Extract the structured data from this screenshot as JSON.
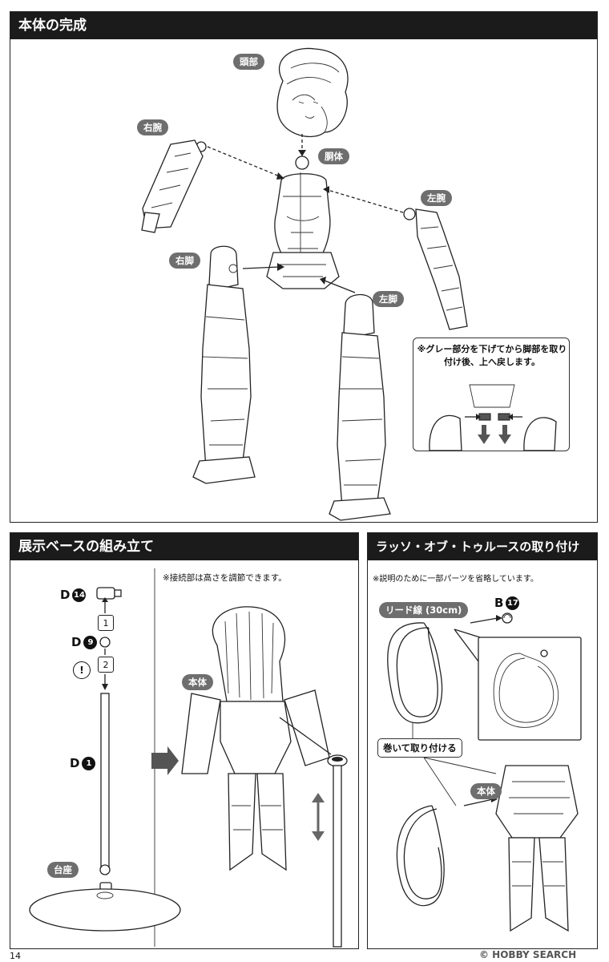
{
  "sections": {
    "body_assembly": {
      "title": "本体の完成",
      "labels": {
        "head": "頭部",
        "torso": "胴体",
        "right_arm": "右腕",
        "left_arm": "左腕",
        "right_leg": "右脚",
        "left_leg": "左脚"
      },
      "callout_note": "※グレー部分を下げてから脚部を取り付け後、上へ戻します。"
    },
    "display_base": {
      "title": "展示ベースの組み立て",
      "note": "※接続部は高さを調節できます。",
      "parts": {
        "d14_letter": "D",
        "d14_num": "14",
        "d9_letter": "D",
        "d9_num": "9",
        "d1_letter": "D",
        "d1_num": "1"
      },
      "steps": {
        "step1": "1",
        "step2": "2",
        "caution": "!"
      },
      "base_label": "台座",
      "body_label": "本体"
    },
    "lasso": {
      "title": "ラッソ・オブ・トゥルースの取り付け",
      "note": "※説明のために一部パーツを省略しています。",
      "lead_wire_label": "リード線 (30cm)",
      "part_letter": "B",
      "part_num": "17",
      "wrap_label": "巻いて取り付ける",
      "body_label": "本体"
    }
  },
  "footer": {
    "page_number": "14",
    "watermark": "© HOBBY SEARCH"
  }
}
